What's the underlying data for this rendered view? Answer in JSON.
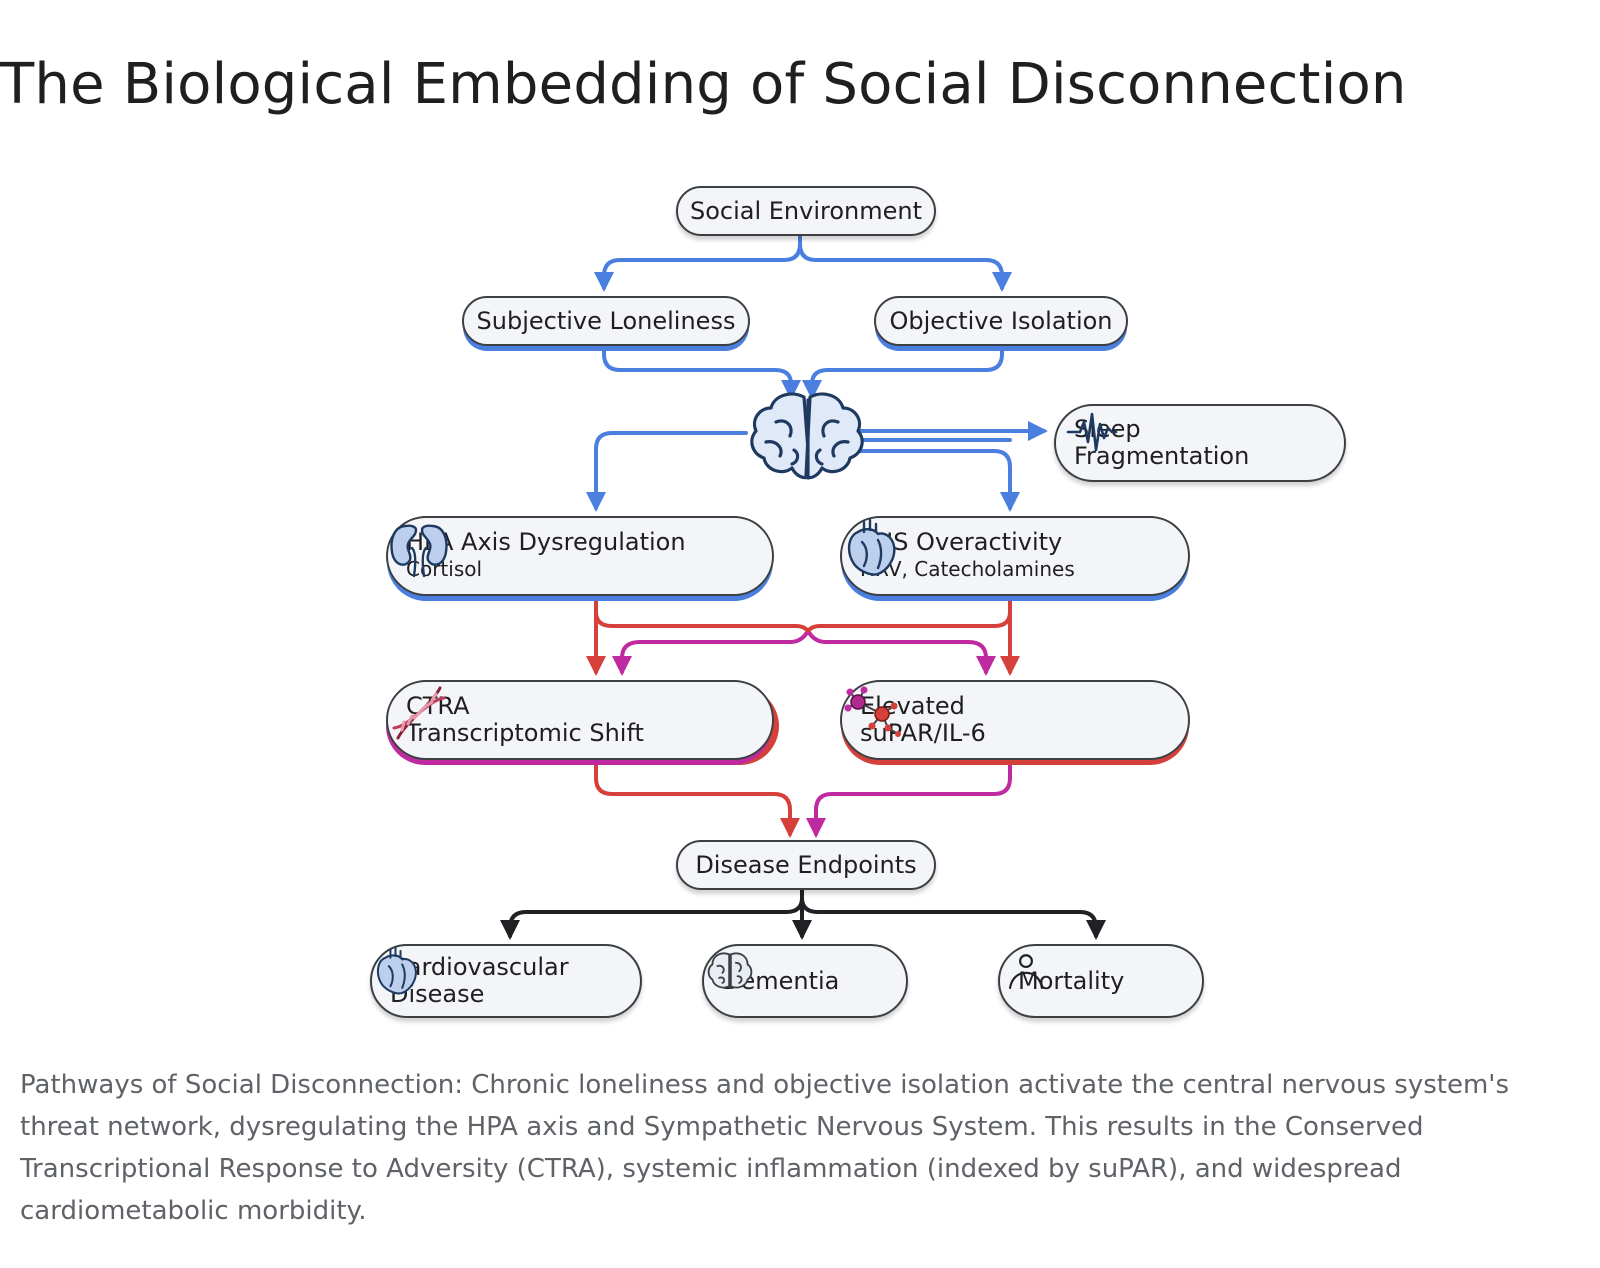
{
  "title": "The Biological Embedding of Social Disconnection",
  "diagram": {
    "nodes": {
      "social_environment": "Social Environment",
      "subjective_loneliness": "Subjective Loneliness",
      "objective_isolation": "Objective Isolation",
      "sleep": [
        "Sleep",
        "Fragmentation"
      ],
      "hpa": {
        "title": "HPA Axis Dysregulation",
        "subtitle": "Cortisol"
      },
      "sns": {
        "title": "SNS Overactivity",
        "subtitle": "HRV, Catecholamines"
      },
      "ctra": [
        "CTRA",
        "Transcriptomic Shift"
      ],
      "supar": [
        "Elevated",
        "suPAR/IL-6"
      ],
      "disease_endpoints": "Disease Endpoints",
      "cardiovascular": [
        "Cardiovascular",
        "Disease"
      ],
      "dementia": "Dementia",
      "mortality": "Mortality"
    },
    "icons": {
      "central": "brain-icon",
      "sleep": "sleep-waveform-icon",
      "hpa": "kidney-icon",
      "sns": "heart-icon",
      "ctra": "dna-icon",
      "supar": "molecule-icon",
      "cardiovascular": "heart-icon",
      "dementia": "brain-icon",
      "mortality": "person-icon"
    },
    "colors": {
      "neural_pathway": "#4a7fe0",
      "endocrine_pathway": "#d6403a",
      "inflammatory_pathway": "#c02aa0",
      "outcome_pathway": "#202124"
    }
  },
  "caption": "Pathways of Social Disconnection: Chronic loneliness and objective isolation activate the central nervous system's threat network, dysregulating the HPA axis and Sympathetic Nervous System. This results in the Conserved Transcriptional Response to Adversity (CTRA), systemic inflammation (indexed by suPAR), and widespread cardiometabolic morbidity."
}
